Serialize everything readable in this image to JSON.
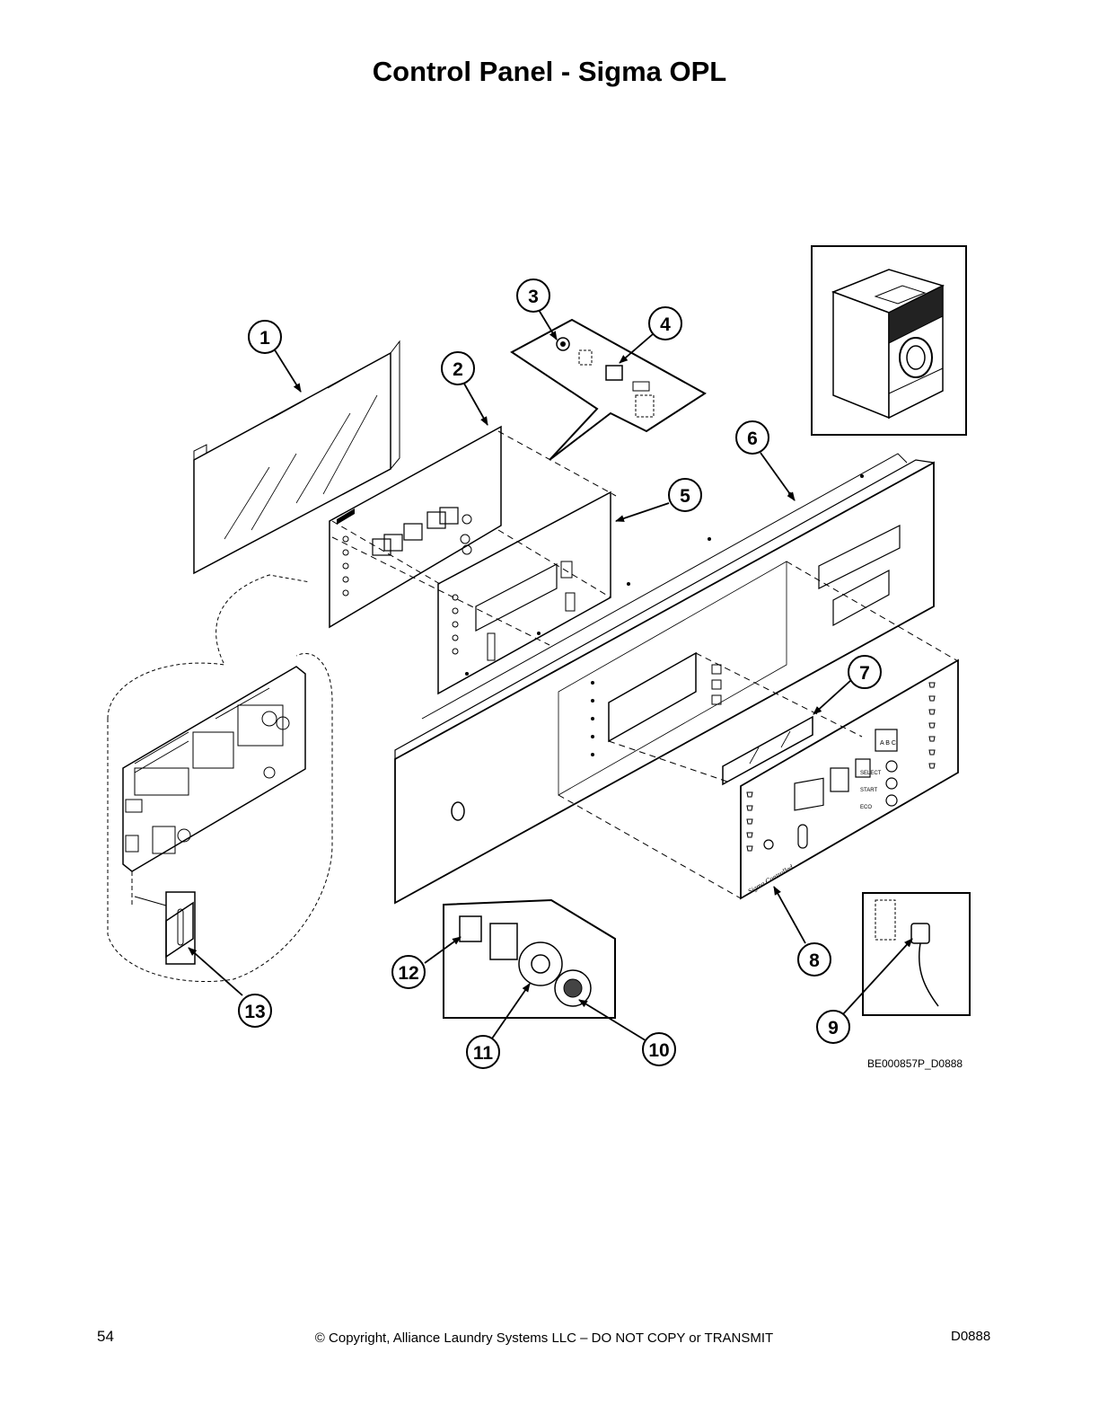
{
  "page": {
    "title": "Control Panel - Sigma OPL",
    "figure_code": "BE000857P_D0888",
    "footer": {
      "page_number": "54",
      "copyright": "© Copyright, Alliance Laundry Systems LLC – DO NOT COPY or TRANSMIT",
      "doc_code": "D0888"
    }
  },
  "callouts": [
    "1",
    "2",
    "3",
    "4",
    "5",
    "6",
    "7",
    "8",
    "9",
    "10",
    "11",
    "12",
    "13"
  ],
  "panel_labels": {
    "select": "SELECT",
    "start": "START",
    "eco": "ECO",
    "signature": "Sigma Controlled",
    "abc": [
      "A",
      "B",
      "C"
    ]
  }
}
